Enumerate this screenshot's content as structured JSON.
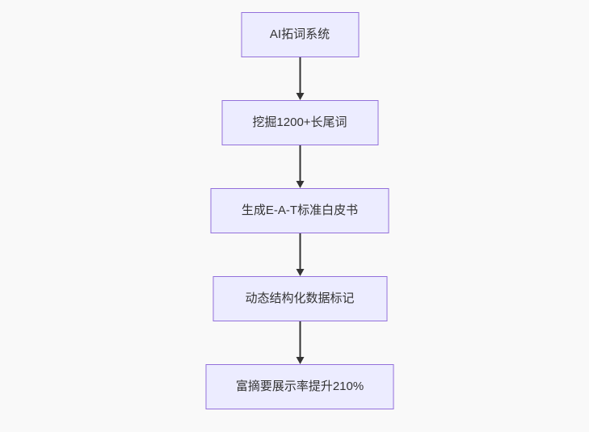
{
  "diagram": {
    "type": "flowchart",
    "direction": "top-down",
    "colors": {
      "background": "#f9f9f9",
      "node_fill": "#ECECFF",
      "node_border": "#9370DB",
      "node_text": "#333333",
      "edge": "#333333"
    },
    "nodes": [
      {
        "id": "n1",
        "label": "AI拓词系统"
      },
      {
        "id": "n2",
        "label": "挖掘1200+长尾词"
      },
      {
        "id": "n3",
        "label": "生成E-A-T标准白皮书"
      },
      {
        "id": "n4",
        "label": "动态结构化数据标记"
      },
      {
        "id": "n5",
        "label": "富摘要展示率提升210%"
      }
    ],
    "edges": [
      {
        "from": "n1",
        "to": "n2",
        "arrow": "down"
      },
      {
        "from": "n2",
        "to": "n3",
        "arrow": "down"
      },
      {
        "from": "n3",
        "to": "n4",
        "arrow": "down"
      },
      {
        "from": "n4",
        "to": "n5",
        "arrow": "down"
      }
    ]
  }
}
